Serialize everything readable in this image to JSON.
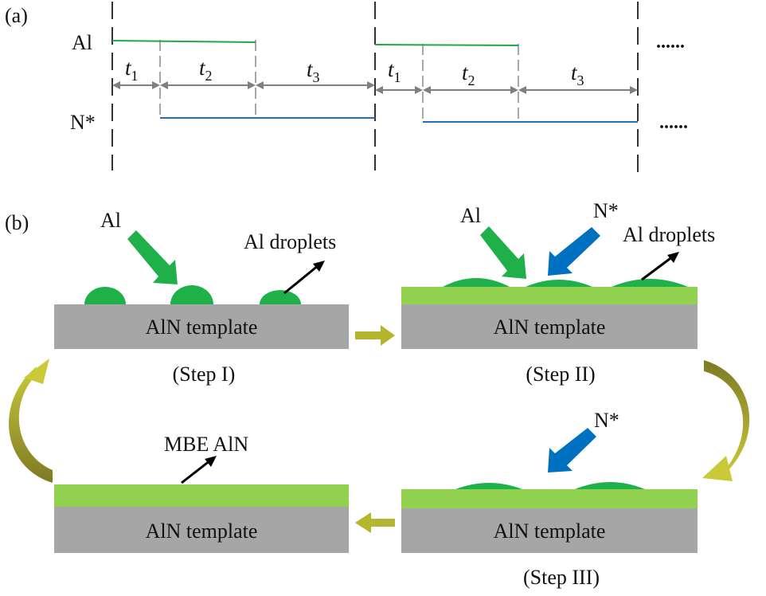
{
  "panel_a": {
    "label": "(a)",
    "al": "Al",
    "n": "N*",
    "t1": "t",
    "t1_sub": "1",
    "t2": "t",
    "t2_sub": "2",
    "t3": "t",
    "t3_sub": "3",
    "ellipsis_top": "......",
    "ellipsis_bottom": "......"
  },
  "panel_b": {
    "label": "(b)",
    "template": "AlN template",
    "step1": {
      "al": "Al",
      "droplets": "Al droplets",
      "caption": "(Step I)"
    },
    "step2": {
      "al": "Al",
      "n": "N*",
      "droplets": "Al droplets",
      "caption": "(Step II)"
    },
    "step3": {
      "n": "N*",
      "caption": "(Step III)"
    },
    "step4": {
      "mbe": "MBE AlN"
    }
  },
  "colors": {
    "al_line": "#21a84a",
    "n_line": "#1f6fbf",
    "substrate": "#a6a6a6",
    "film": "#92d050",
    "droplet": "#1fb04a",
    "al_arrow": "#1fb04a",
    "n_arrow": "#0070c0",
    "cycle_arrow": "#b5b52e"
  }
}
